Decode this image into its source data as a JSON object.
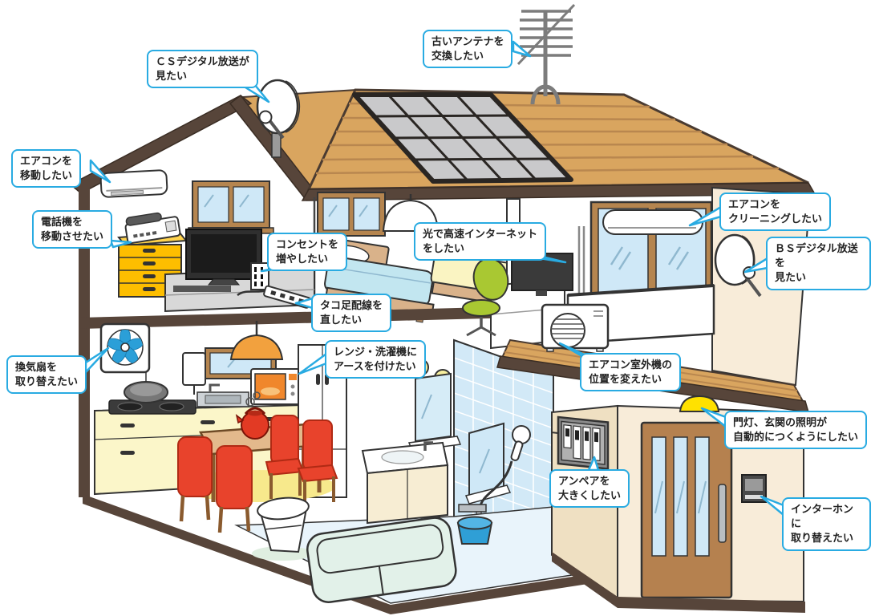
{
  "callouts": {
    "old_antenna": {
      "text": "古いアンテナを\n交換したい"
    },
    "cs_digital": {
      "text": "ＣＳデジタル放送が\n見たい"
    },
    "aircon_move": {
      "text": "エアコンを\n移動したい"
    },
    "phone_move": {
      "text": "電話機を\n移動させたい"
    },
    "outlet_increase": {
      "text": "コンセントを\n増やしたい"
    },
    "fiber_internet": {
      "text": "光で高速インターネット\nをしたい"
    },
    "octopus_wiring": {
      "text": "タコ足配線を\n直したい"
    },
    "aircon_cleaning": {
      "text": "エアコンを\nクリーニングしたい"
    },
    "bs_digital": {
      "text": "ＢＳデジタル放送を\n見たい"
    },
    "ventilation_fan": {
      "text": "換気扇を\n取り替えたい"
    },
    "earth_wire": {
      "text": "レンジ・洗濯機に\nアースを付けたい"
    },
    "outdoor_unit": {
      "text": "エアコン室外機の\n位置を変えたい"
    },
    "entrance_light": {
      "text": "門灯、玄関の照明が\n自動的につくようにしたい"
    },
    "ampere": {
      "text": "アンペアを\n大きくしたい"
    },
    "intercom": {
      "text": "インターホンに\n取り替えたい"
    }
  },
  "colors": {
    "callout_border": "#29abe2",
    "roof_wood": "#d9a55f",
    "wood_dark": "#57453a",
    "window_frame": "#b5854f",
    "wall_cream": "#f8ecd9",
    "glass_blue": "#cfe8f7",
    "accent_red": "#e8432c",
    "accent_green": "#a9c832",
    "cabinet_yellow": "#fdbe00",
    "tile_blue": "#d2e9f7",
    "solar_gray": "#c9c9cb",
    "porch_light_yellow": "#ffe100",
    "bucket_blue": "#2f9fd6"
  }
}
